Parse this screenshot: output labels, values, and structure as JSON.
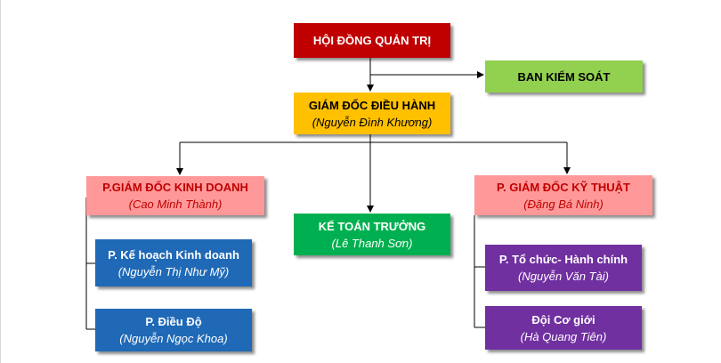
{
  "chart": {
    "board": {
      "title": "HỘI ĐỒNG QUẢN TRỊ"
    },
    "supervisory": {
      "title": "BAN KIỂM SOÁT"
    },
    "ceo": {
      "title": "GIÁM ĐỐC ĐIỀU HÀNH",
      "name": "(Nguyễn Đình Khương)"
    },
    "deputy_business": {
      "title": "P.GIÁM ĐỐC KINH DOANH",
      "name": "(Cao Minh Thành)"
    },
    "chief_accountant": {
      "title": "KẾ TOÁN TRƯỞNG",
      "name": "(Lê Thanh Sơn)"
    },
    "deputy_technical": {
      "title": "P. GIÁM ĐỐC KỸ THUẬT",
      "name": "(Đặng Bá Ninh)"
    },
    "planning": {
      "title": "P. Kế hoạch Kinh doanh",
      "name": "(Nguyễn Thị Như Mỹ)"
    },
    "dispatch": {
      "title": "P. Điều Độ",
      "name": "(Nguyễn Ngọc Khoa)"
    },
    "admin": {
      "title": "P. Tổ chức- Hành chính",
      "name": "(Nguyễn Văn Tài)"
    },
    "mechanical": {
      "title": "Đội Cơ giới",
      "name": "(Hà Quang Tiên)"
    }
  },
  "colors": {
    "board_fill": "#c00000",
    "board_text": "#ffffff",
    "supervisory_fill": "#92d050",
    "ceo_fill": "#ffc000",
    "deputy_fill": "#ff9999",
    "deputy_name_text": "#c00000",
    "accountant_fill": "#00b050",
    "blue_fill": "#1f69b6",
    "purple_fill": "#7030a0",
    "white_text": "#ffffff",
    "dark_text": "#000000",
    "connector": "#000000"
  }
}
